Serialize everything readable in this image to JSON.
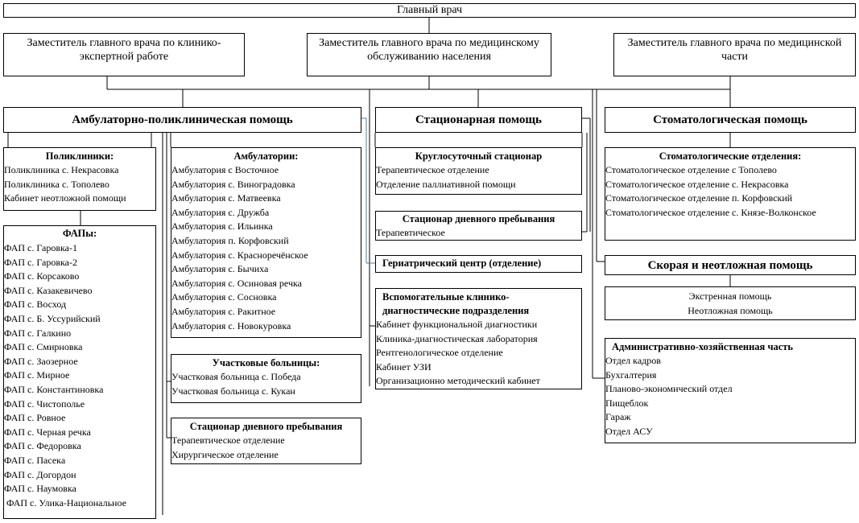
{
  "top": {
    "chief": "Главный врач",
    "deputies": [
      "Заместитель главного врача по клинико-экспертной работе",
      "Заместитель главного врача по медицинскому обслуживанию населения",
      "Заместитель главного врача по медицинской части"
    ]
  },
  "sections": {
    "ambulatory": "Амбулаторно-поликлиническая помощь",
    "hospital": "Стационарная помощь",
    "dental": "Стоматологическая помощь",
    "emergency": "Скорая и неотложная помощь"
  },
  "polyclinics": {
    "title": "Поликлиники:",
    "items": [
      "Поликлиника с. Некрасовка",
      "Поликлиника с. Тополево",
      "Кабинет неотложной помощи"
    ]
  },
  "faps": {
    "title": "ФАПы:",
    "items": [
      "ФАП с. Гаровка-1",
      "ФАП с. Гаровка-2",
      "ФАП с. Корсаково",
      "ФАП с. Казакевичево",
      "ФАП с. Восход",
      "ФАП с. Б. Уссурийский",
      "ФАП с. Галкино",
      "ФАП с. Смирновка",
      "ФАП с. Заозерное",
      "ФАП с. Мирное",
      "ФАП с. Константиновка",
      "ФАП с. Чистополье",
      "ФАП с. Ровное",
      "ФАП с. Черная речка",
      "ФАП с. Федоровка",
      "ФАП с. Пасека",
      "ФАП с. Догордон",
      "ФАП с. Наумовка",
      "ФАП с. Улика-Национальное"
    ]
  },
  "ambulatories": {
    "title": "Амбулатории:",
    "items": [
      "Амбулатория с Восточное",
      "Амбулатория с. Виноградовка",
      "Амбулатория с. Матвеевка",
      "Амбулатория с. Дружба",
      "Амбулатория с. Ильинка",
      "Амбулатория п. Корфовский",
      "Амбулатория с. Красноречёнское",
      "Амбулатория с. Бычиха",
      "Амбулатория с. Осиновая речка",
      "Амбулатория с. Сосновка",
      "Амбулатория с. Ракитное",
      "Амбулатория с. Новокуровка"
    ]
  },
  "district_hospitals": {
    "title": "Участковые больницы:",
    "items": [
      "Участковая больница с. Победа",
      "Участковая больница с. Кукан"
    ]
  },
  "day_stay_amb": {
    "title": "Стационар дневного пребывания",
    "items": [
      "Терапевтическое отделение",
      "Хирургическое отделение"
    ]
  },
  "round_clock": {
    "title": "Круглосуточный стационар",
    "items": [
      "Терапевтическое отделение",
      "Отделение паллиативной помощи"
    ]
  },
  "day_stay_hosp": {
    "title": "Стационар дневного пребывания",
    "items": [
      "Терапевтическое"
    ]
  },
  "geriatric": {
    "title": "Гериатрический центр (отделение)"
  },
  "diagnostic": {
    "title": "Вспомогательные клинико-диагностические подразделения",
    "items": [
      "Кабинет функциональной диагностики",
      "Клиника-диагностическая лаборатория",
      "Рентгенологическое отделение",
      "Кабинет УЗИ",
      "Организационно методический кабинет"
    ]
  },
  "dental_depts": {
    "title": "Стоматологические отделения:",
    "items": [
      "Стоматологическое отделение с Тополево",
      "Стоматологическое отделение с. Некрасовка",
      "Стоматологическое отделение п. Корфовский",
      "Стоматологическое отделение с. Князе-Волконское"
    ]
  },
  "emergency_box": {
    "items": [
      "Экстренная помощь",
      "Неотложная помощь"
    ]
  },
  "admin": {
    "title": "Административно-хозяйственная часть",
    "items": [
      "Отдел кадров",
      "Бухгалтерия",
      "Планово-экономический отдел",
      "Пищеблок",
      "Гараж",
      "Отдел АСУ"
    ]
  },
  "colors": {
    "line": "#000000",
    "connector_accent": "#4a7fa8"
  }
}
